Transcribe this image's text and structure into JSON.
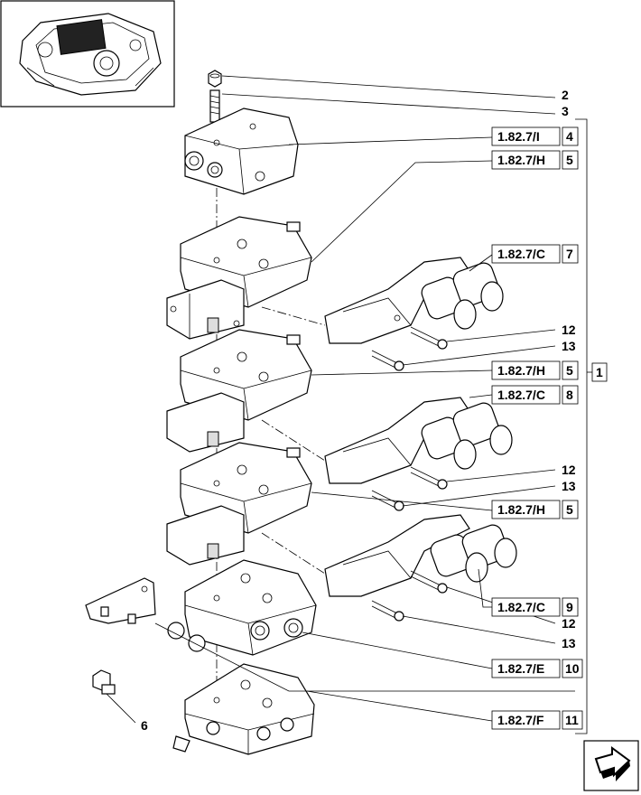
{
  "callouts": [
    {
      "ref": "",
      "num": "2"
    },
    {
      "ref": "",
      "num": "3"
    },
    {
      "ref": "1.82.7/I",
      "num": "4"
    },
    {
      "ref": "1.82.7/H",
      "num": "5"
    },
    {
      "ref": "1.82.7/C",
      "num": "7"
    },
    {
      "ref": "",
      "num": "12"
    },
    {
      "ref": "",
      "num": "13"
    },
    {
      "ref": "1.82.7/H",
      "num": "5"
    },
    {
      "ref": "1.82.7/C",
      "num": "8"
    },
    {
      "ref": "",
      "num": "12"
    },
    {
      "ref": "",
      "num": "13"
    },
    {
      "ref": "1.82.7/H",
      "num": "5"
    },
    {
      "ref": "1.82.7/C",
      "num": "9"
    },
    {
      "ref": "",
      "num": "12"
    },
    {
      "ref": "",
      "num": "13"
    },
    {
      "ref": "1.82.7/E",
      "num": "10"
    },
    {
      "ref": "1.82.7/F",
      "num": "11"
    },
    {
      "ref": "",
      "num": "6"
    }
  ],
  "assembly_label": "1",
  "nav_icon": "next-page-arrow-icon"
}
